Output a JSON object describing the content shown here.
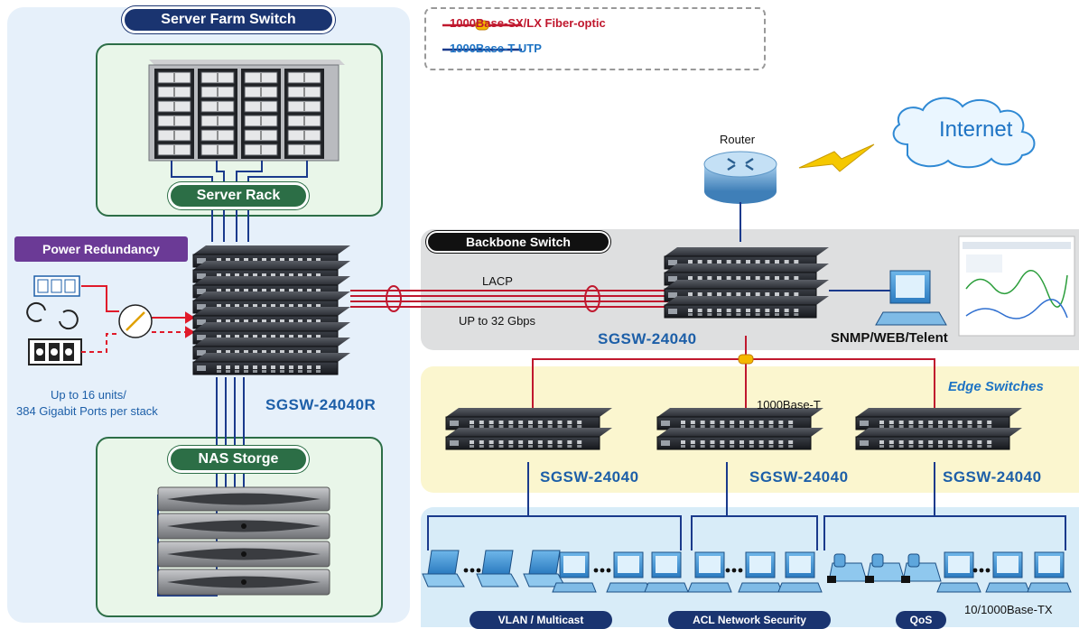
{
  "legend": {
    "fiber_label": "1000Base-SX/LX Fiber-optic",
    "utp_label": "1000Base-T UTP",
    "colors": {
      "fiber": "#c0182e",
      "utp": "#1a3a8c",
      "fiber_text": "#c0182e",
      "utp_text": "#1d73c4"
    }
  },
  "server_farm": {
    "title": "Server Farm Switch",
    "server_rack_label": "Server Rack",
    "nas_label": "NAS Storge",
    "power_label": "Power Redundancy",
    "stack_note_line1": "Up to 16 units/",
    "stack_note_line2": "384 Gigabit Ports per stack",
    "stack_model": "SGSW-24040R"
  },
  "backbone": {
    "title": "Backbone Switch",
    "lacp_label": "LACP",
    "speed_label": "UP to 32 Gbps",
    "model": "SGSW-24040",
    "mgmt_label": "SNMP/WEB/Telent"
  },
  "wan": {
    "router_label": "Router",
    "internet_label": "Internet"
  },
  "edge": {
    "title": "Edge Switches",
    "uplink_label": "1000Base-T",
    "models": [
      "SGSW-24040",
      "SGSW-24040",
      "SGSW-24040"
    ]
  },
  "clients": {
    "access_label": "10/1000Base-TX",
    "tags": [
      "VLAN / Multicast",
      "ACL Network Security",
      "QoS"
    ]
  }
}
